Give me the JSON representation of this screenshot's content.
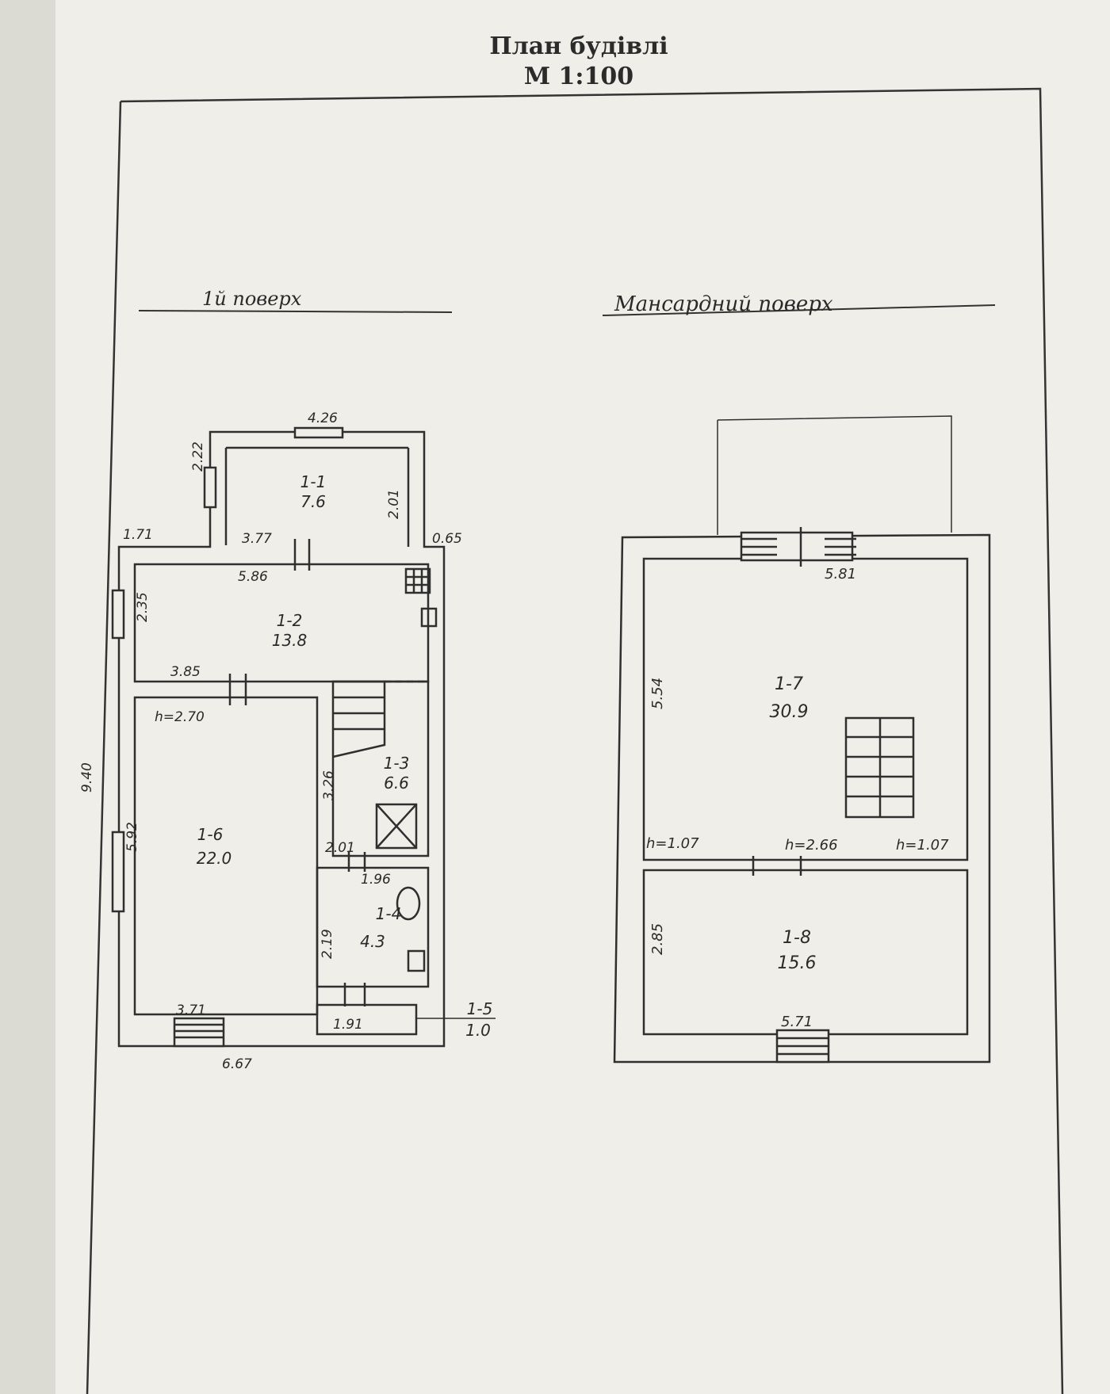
{
  "title": "План будівлі",
  "scale": "М 1:100",
  "floors": {
    "first": {
      "heading": "1й поверх",
      "rooms": [
        {
          "id": "1-1",
          "area": "7.6"
        },
        {
          "id": "1-2",
          "area": "13.8"
        },
        {
          "id": "1-3",
          "area": "6.6"
        },
        {
          "id": "1-4",
          "area": "4.3"
        },
        {
          "id": "1-5",
          "area": "1.0"
        },
        {
          "id": "1-6",
          "area": "22.0"
        }
      ],
      "dims": [
        "4.26",
        "2.22",
        "2.01",
        "1.71",
        "3.77",
        "0.65",
        "5.86",
        "2.35",
        "3.85",
        "h=2.70",
        "9.40",
        "5.92",
        "3.26",
        "2.01",
        "1.96",
        "2.19",
        "3.71",
        "1.91",
        "6.67"
      ]
    },
    "attic": {
      "heading": "Мансардний поверх",
      "rooms": [
        {
          "id": "1-7",
          "area": "30.9"
        },
        {
          "id": "1-8",
          "area": "15.6"
        }
      ],
      "dims": [
        "5.81",
        "5.54",
        "h=1.07",
        "h=2.66",
        "h=1.07",
        "2.85",
        "5.71"
      ]
    }
  }
}
